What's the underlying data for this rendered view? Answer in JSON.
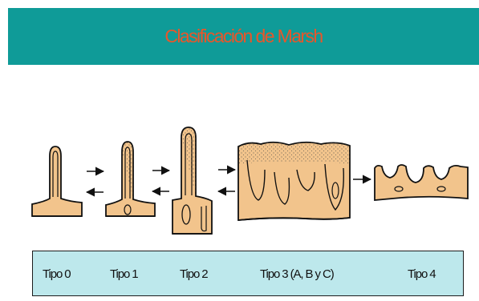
{
  "title": "Clasificación de Marsh",
  "colors": {
    "banner_bg": "#0f9b98",
    "title_text": "#e8562a",
    "tissue_fill": "#f2c48c",
    "caption_bg": "#bde8ec"
  },
  "stages": [
    {
      "label": "Tipo 0"
    },
    {
      "label": "Tipo 1"
    },
    {
      "label": "Tipo 2"
    },
    {
      "label": "Tipo 3 (A, B y C)"
    },
    {
      "label": "Tipo 4"
    }
  ],
  "icons": [
    "reversible-arrows-icon",
    "right-arrow-icon"
  ]
}
